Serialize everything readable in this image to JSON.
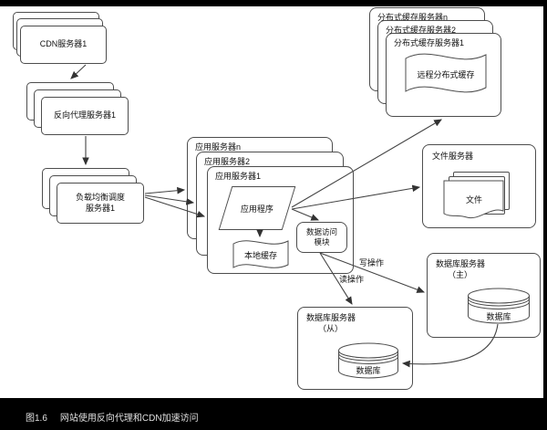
{
  "colors": {
    "frame_background": "#000000",
    "canvas_background": "#ffffff",
    "box_border": "#4d4d4d",
    "line": "#444444",
    "text": "#111111",
    "caption_text": "#e0e0e0"
  },
  "caption": {
    "figure_no": "图1.6",
    "title": "网站使用反向代理和CDN加速访问"
  },
  "nodes": {
    "cdn": {
      "label": "CDN服务器1"
    },
    "reverse_proxy": {
      "label": "反向代理服务器1"
    },
    "load_balancer": {
      "label_line1": "负载均衡调度",
      "label_line2": "服务器1"
    },
    "app_server_back": {
      "label": "应用服务器n"
    },
    "app_server_mid": {
      "label": "应用服务器2"
    },
    "app_server_front": {
      "label": "应用服务器1"
    },
    "app_program": {
      "label": "应用程序"
    },
    "local_cache": {
      "label": "本地缓存"
    },
    "data_access_module": {
      "label_line1": "数据访问",
      "label_line2": "模块"
    },
    "dist_cache_back": {
      "label": "分布式缓存服务器n"
    },
    "dist_cache_mid": {
      "label": "分布式缓存服务器2"
    },
    "dist_cache_front": {
      "label": "分布式缓存服务器1"
    },
    "remote_cache": {
      "label": "远程分布式缓存"
    },
    "file_server": {
      "label": "文件服务器"
    },
    "files": {
      "label": "文件"
    },
    "db_master": {
      "label": "数据库服务器",
      "role": "（主）",
      "db_label": "数据库"
    },
    "db_slave": {
      "label": "数据库服务器",
      "role": "（从）",
      "db_label": "数据库"
    }
  },
  "edge_labels": {
    "write": "写操作",
    "read": "读操作"
  }
}
